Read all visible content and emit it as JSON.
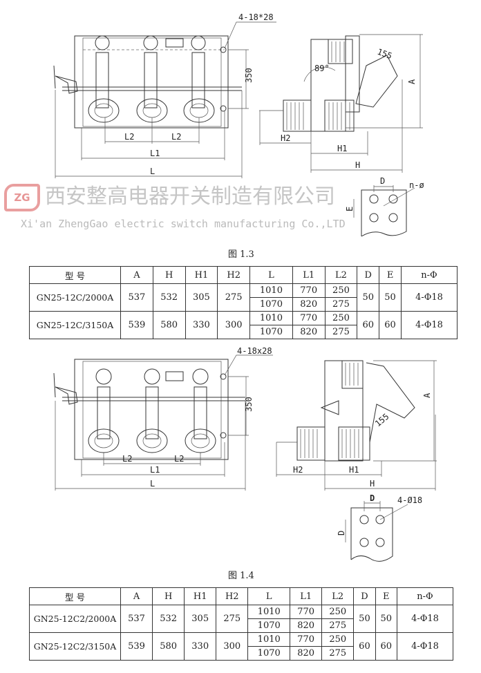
{
  "figure_1_3": {
    "caption": "图 1.3",
    "labels": {
      "holes": "4-18*28",
      "height_350": "350",
      "L2a": "L2",
      "L2b": "L2",
      "L1": "L1",
      "L": "L",
      "angle": "89°",
      "radius": "155",
      "A": "A",
      "H2": "H2",
      "H1": "H1",
      "H": "H",
      "D": "D",
      "E": "E",
      "n_phi": "n-ø"
    }
  },
  "figure_1_4": {
    "caption": "图 1.4",
    "labels": {
      "holes": "4-18x28",
      "height_350": "350",
      "L2a": "L2",
      "L2b": "L2",
      "L1": "L1",
      "L": "L",
      "radius": "155",
      "A": "A",
      "H2": "H2",
      "H1": "H1",
      "H": "H",
      "D": "D",
      "D_vert": "D",
      "holes_phi": "4-Ø18"
    }
  },
  "table_1": {
    "headers": [
      "型 号",
      "A",
      "H",
      "H1",
      "H2",
      "L",
      "L1",
      "L2",
      "D",
      "E",
      "n-Φ"
    ],
    "rows": [
      {
        "model": "GN25-12C/2000A",
        "A": "537",
        "H": "532",
        "H1": "305",
        "H2": "275",
        "sub": [
          [
            "1010",
            "770",
            "250"
          ],
          [
            "1070",
            "820",
            "275"
          ]
        ],
        "D": "50",
        "E": "50",
        "n_phi": "4-Φ18"
      },
      {
        "model": "GN25-12C/3150A",
        "A": "539",
        "H": "580",
        "H1": "330",
        "H2": "300",
        "sub": [
          [
            "1010",
            "770",
            "250"
          ],
          [
            "1070",
            "820",
            "275"
          ]
        ],
        "D": "60",
        "E": "60",
        "n_phi": "4-Φ18"
      }
    ]
  },
  "table_2": {
    "headers": [
      "型 号",
      "A",
      "H",
      "H1",
      "H2",
      "L",
      "L1",
      "L2",
      "D",
      "E",
      "n-Φ"
    ],
    "rows": [
      {
        "model": "GN25-12C2/2000A",
        "A": "537",
        "H": "532",
        "H1": "305",
        "H2": "275",
        "sub": [
          [
            "1010",
            "770",
            "250"
          ],
          [
            "1070",
            "820",
            "275"
          ]
        ],
        "D": "50",
        "E": "50",
        "n_phi": "4-Φ18"
      },
      {
        "model": "GN25-12C2/3150A",
        "A": "539",
        "H": "580",
        "H1": "330",
        "H2": "300",
        "sub": [
          [
            "1010",
            "770",
            "250"
          ],
          [
            "1070",
            "820",
            "275"
          ]
        ],
        "D": "60",
        "E": "60",
        "n_phi": "4-Φ18"
      }
    ]
  },
  "watermark": {
    "logo": "ZG",
    "company_cn": "西安整高电器开关制造有限公司",
    "company_en": "Xi'an ZhengGao electric switch manufacturing Co.,LTD"
  }
}
